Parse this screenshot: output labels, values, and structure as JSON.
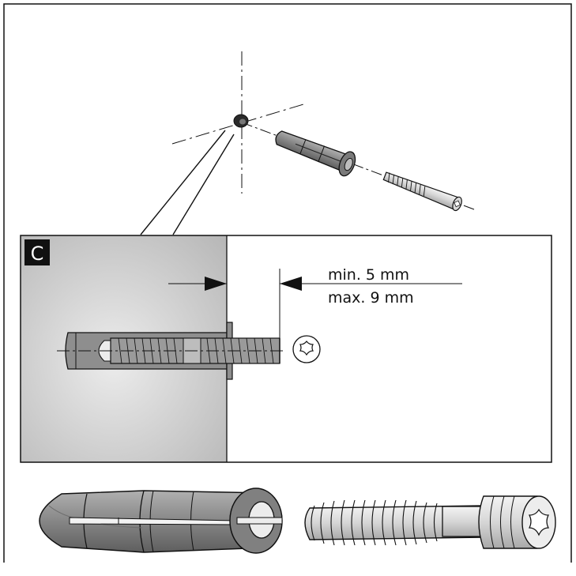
{
  "detail": {
    "badge": "C",
    "min_label": "min. 5 mm",
    "max_label": "max. 9 mm"
  },
  "colors": {
    "line": "#111111",
    "metal": "#8c8c8c",
    "metal_dark": "#5a5a5a",
    "wall_light": "#dedede",
    "wall_dark": "#bcbcbc",
    "screw_light": "#e6e6e6",
    "badge_bg": "#111111"
  }
}
